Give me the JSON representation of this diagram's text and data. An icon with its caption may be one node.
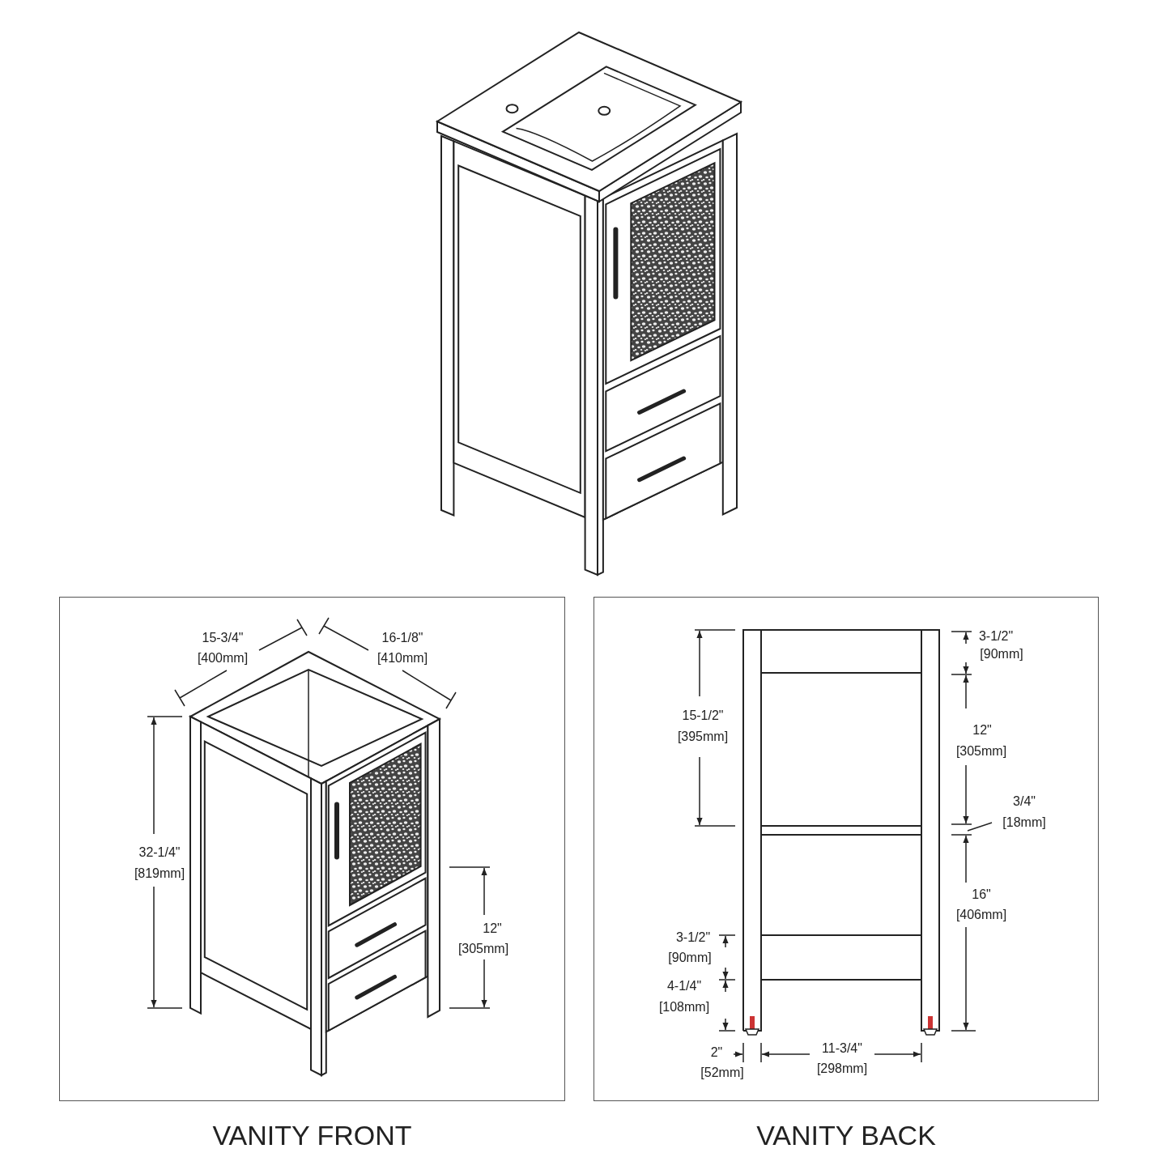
{
  "diagram": {
    "nodes": [
      {
        "text": [
          "VANITY FRONT"
        ]
      },
      {
        "text": [
          "VANITY BACK"
        ]
      }
    ],
    "labels": [
      "15-3/4\"",
      "[400mm]",
      "16-1/8\"",
      "[410mm]",
      "32-1/4\"",
      "[819mm]",
      "12\"",
      "[305mm]",
      "3-1/2\"",
      "[90mm]",
      "15-1/2\"",
      "[395mm]",
      "12\"",
      "[305mm]",
      "3/4\"",
      "[18mm]",
      "16\"",
      "[406mm]",
      "3-1/2\"",
      "[90mm]",
      "4-1/4\"",
      "[108mm]",
      "2\"",
      "[52mm]",
      "11-3/4\"",
      "[298mm]"
    ]
  }
}
